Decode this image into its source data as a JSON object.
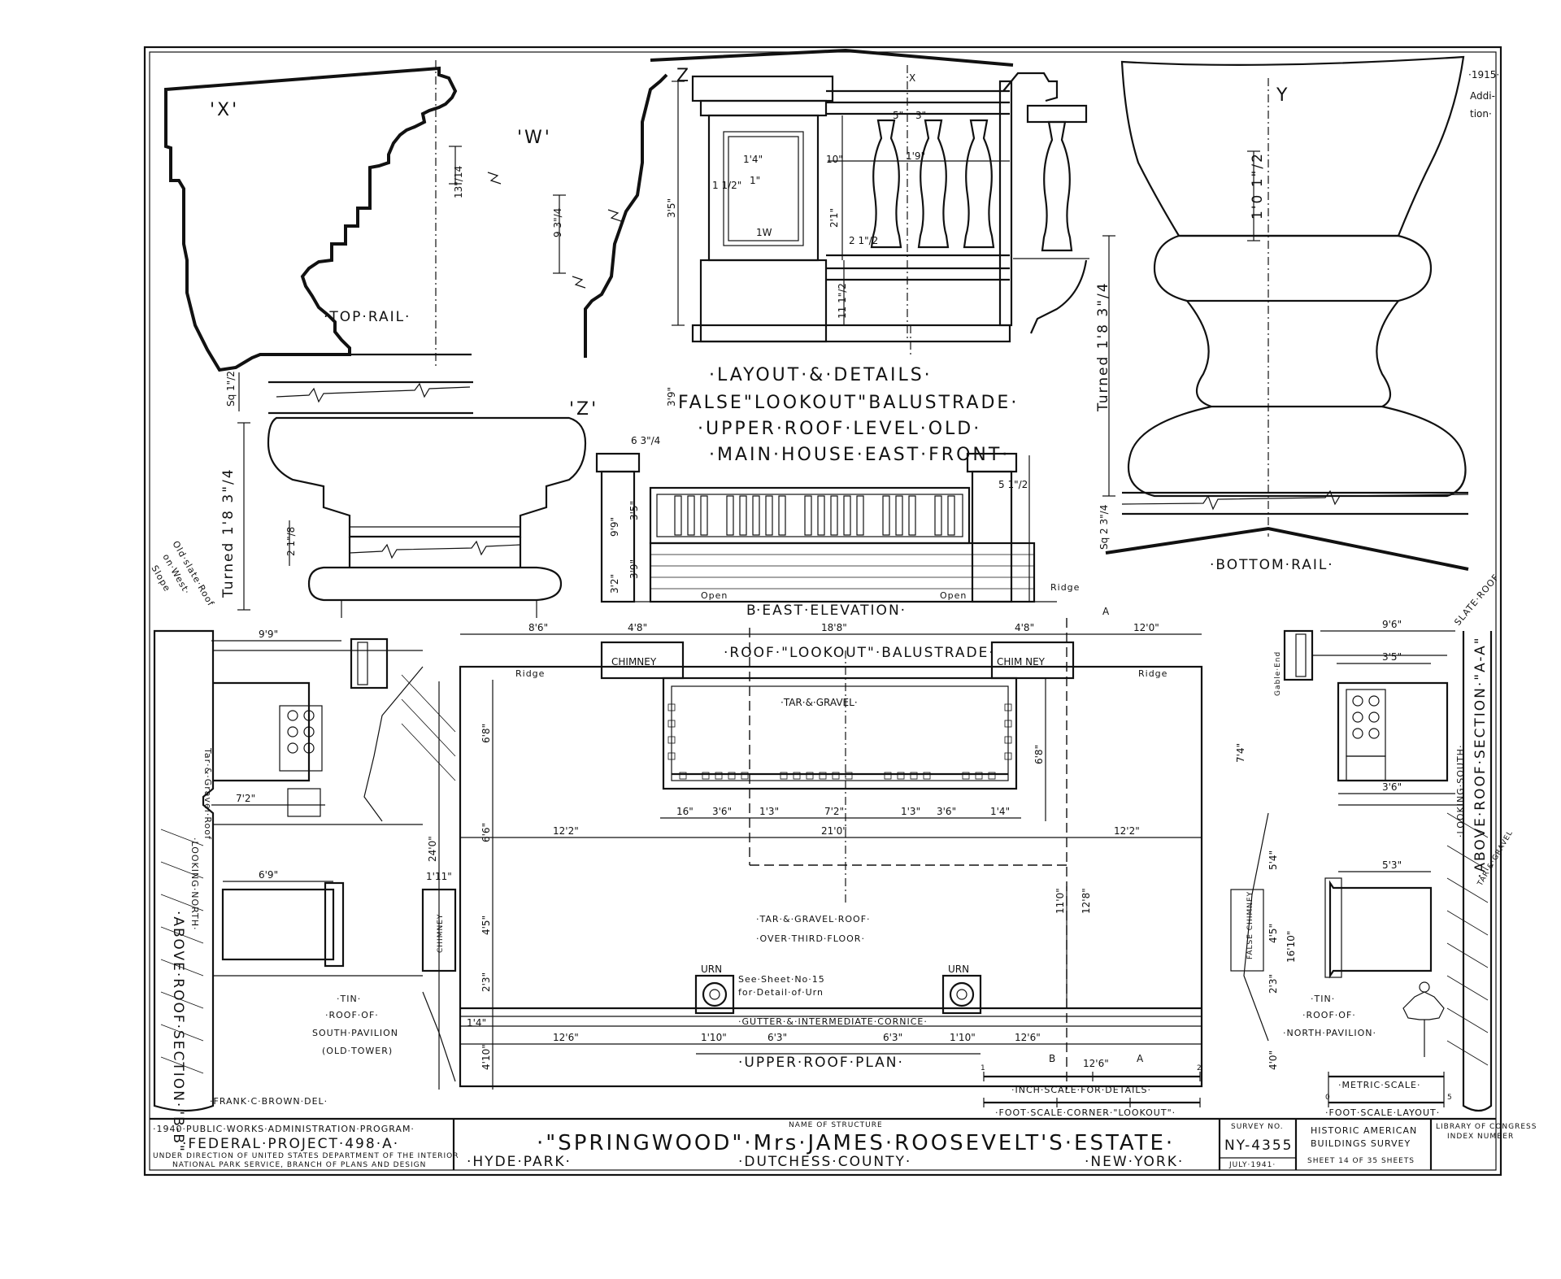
{
  "views": {
    "top_rail": {
      "title": "·TOP·RAIL·",
      "mark": "'X'",
      "mark_w": "'W'",
      "mark_z": "'Z'",
      "dims": {
        "d1": "13\"/14",
        "d2": "9 3\"/4",
        "d3": "Sq 1\"/2",
        "turned": "Turned 1'8 3\"/4",
        "d4": "2 1\"/8"
      }
    },
    "balustrade_detail": {
      "mark_z": "Z",
      "mark_x": "X",
      "dims": {
        "h1": "3'5\"",
        "h2": "2'1\"",
        "w1": "1'4\"",
        "w2": "10\"",
        "w3": "5\"",
        "w4": "3\"",
        "w5": "11 1\"/2",
        "h3": "3'9\"",
        "b1": "1 1/2\"",
        "b2": "1\"",
        "b3": "1'9\"",
        "b4": "2 1\"/2",
        "b5": "1W"
      }
    },
    "layout_title": [
      "·LAYOUT·&·DETAILS·",
      "FALSE\"LOOKOUT\"BALUSTRADE·",
      "·UPPER·ROOF·LEVEL·OLD·",
      "·MAIN·HOUSE·EAST·FRONT·"
    ],
    "east_elevation": {
      "caption": "·EAST·ELEVATION·",
      "mark": "B",
      "open_left": "Open",
      "open_right": "Open",
      "ridge": "Ridge",
      "dims": {
        "h1": "9'9\"",
        "h2": "3'5\"",
        "h3": "3'9\"",
        "h4": "3'2\"",
        "p1": "6 3\"/4",
        "p2": "5 1\"/2"
      }
    },
    "bottom_rail": {
      "title": "·BOTTOM·RAIL·",
      "mark": "Y",
      "dims": {
        "d1": "1'0 1\"/2",
        "turned": "Turned 1'8 3\"/4",
        "sq": "Sq 2 3\"/4"
      }
    },
    "addition_note": [
      "·1915·",
      "Addi-",
      "tion·"
    ],
    "roof_plan": {
      "caption": "·UPPER·ROOF·PLAN·",
      "balustrade_label": "·ROOF·\"LOOKOUT\"·BALUSTRADE·",
      "chimney_left": "CHIMNEY",
      "chimney_right": "CHIM NEY",
      "chimney_side": "CHIMNEY",
      "false_chimney": "FALSE CHIMNEY",
      "tar_gravel": "·TAR·&·GRAVEL·",
      "tar_gravel_roof": [
        "·TAR·&·GRAVEL·ROOF·",
        "·OVER·THIRD·FLOOR·"
      ],
      "urn": "URN",
      "urn_note": [
        "See·Sheet·No·15",
        "for·Detail·of·Urn"
      ],
      "gutter": "·GUTTER·&·INTERMEDIATE·CORNICE·",
      "ridge": "Ridge",
      "section_a": "A",
      "section_b": "B",
      "dims": {
        "top1": "8'6\"",
        "top2": "4'8\"",
        "top3": "18'8\"",
        "top4": "4'8\"",
        "top5": "12'0\"",
        "w21": "21'0\"",
        "w12l": "12'2\"",
        "w12r": "12'2\"",
        "p1": "3'6\"",
        "p2": "1'3\"",
        "p3": "7'2\"",
        "p4": "1'3\"",
        "p5": "3'6\"",
        "p6": "1'4\"",
        "p7": "16\"",
        "bot1": "12'6\"",
        "bot2": "1'10\"",
        "bot3": "6'3\"",
        "bot4": "6'3\"",
        "bot5": "1'10\"",
        "bot6": "12'6\"",
        "v1": "6'8\"",
        "v2": "6'6\"",
        "v3": "24'0\"",
        "v4": "4'5\"",
        "v5": "2'3\"",
        "v6": "4'10\"",
        "v7": "11'0\"",
        "v8": "12'8\"",
        "v9": "6'8\"",
        "r1": "7'4\"",
        "r2": "5'4\"",
        "r3": "4'5\"",
        "r4": "2'3\"",
        "r5": "4'0\"",
        "r6": "16'10\"",
        "l1": "9'9\"",
        "l2": "7'2\"",
        "l3": "6'9\"",
        "l4": "1'11\"",
        "l5": "1'4\""
      }
    },
    "section_b": {
      "title": [
        "·ABOVE·ROOF·SECTION·\"B-B\"",
        "·LOOKING·NORTH·",
        "Tar·&·Gravel·Roof"
      ],
      "slope": [
        "Old·slate·Roof",
        "on·West·",
        "Slope"
      ]
    },
    "section_a": {
      "title": [
        "·ABOVE·ROOF·SECTION·\"A-A\"",
        "·LOOKING·SOUTH·"
      ],
      "slate": "SLATE·ROOF",
      "gable": "Gable·End",
      "tar": "TAR·&·GRAVEL",
      "dims": {
        "d1": "9'6\"",
        "d2": "3'5\"",
        "d3": "3'6\"",
        "d4": "5'3\""
      }
    },
    "south_pavilion": [
      "·TIN·",
      "·ROOF·OF·",
      "SOUTH·PAVILION",
      "(OLD·TOWER)"
    ],
    "north_pavilion": [
      "·TIN·",
      "·ROOF·OF·",
      "·NORTH·PAVILION·"
    ],
    "scales": {
      "inch": "·INCH·SCALE·FOR·DETAILS·",
      "foot_corner": "·FOOT·SCALE·CORNER·\"LOOKOUT\"·",
      "metric": "·METRIC·SCALE·",
      "foot_layout": "·FOOT·SCALE·LAYOUT·",
      "section_dim": "12'6\"",
      "n1": "1",
      "n2": "2",
      "n0": "0",
      "n5": "5"
    },
    "delineator": "·FRANK·C·BROWN·DEL·"
  },
  "title_block": {
    "program": "·1940·PUBLIC·WORKS·ADMINISTRATION·PROGRAM·",
    "project": "·FEDERAL·PROJECT·498·A·",
    "direction": "UNDER DIRECTION OF UNITED STATES DEPARTMENT OF THE INTERIOR",
    "service": "NATIONAL PARK SERVICE, BRANCH OF PLANS AND DESIGN",
    "name_label": "NAME OF STRUCTURE",
    "structure": "·\"SPRINGWOOD\"·Mrs·JAMES·ROOSEVELT'S·ESTATE·",
    "town": "·HYDE·PARK·",
    "county": "·DUTCHESS·COUNTY·",
    "state": "·NEW·YORK·",
    "survey_label": "SURVEY NO.",
    "survey_no": "NY-4355",
    "date": "JULY·1941·",
    "habs1": "HISTORIC AMERICAN",
    "habs2": "BUILDINGS SURVEY",
    "sheet": "SHEET 14 OF 35 SHEETS",
    "loc1": "LIBRARY OF CONGRESS",
    "loc2": "INDEX NUMBER"
  }
}
